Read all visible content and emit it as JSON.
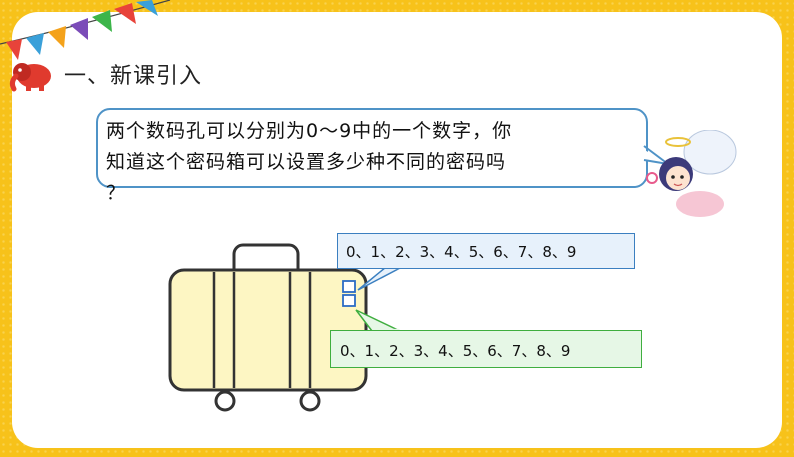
{
  "header": {
    "title": "一、新课引入"
  },
  "speech": {
    "lines": [
      "两个数码孔可以分别为0～9中的一个数字，你",
      "知道这个密码箱可以设置多少种不同的密码吗",
      "？"
    ]
  },
  "callouts": {
    "top_digits": "0、1、2、3、4、5、6、7、8、9",
    "bottom_digits": "0、1、2、3、4、5、6、7、8、9"
  },
  "colors": {
    "frame": "#f7c21a",
    "speech_border": "#4f93c7",
    "blue_box": "#e7f1fb",
    "green_box": "#e6f7e6",
    "suitcase_fill": "#fdf6c3"
  },
  "icons": {
    "bunting": "bunting-flags-icon",
    "header": "elephant-logo-icon",
    "character": "angel-girl-icon",
    "suitcase": "suitcase-icon"
  }
}
